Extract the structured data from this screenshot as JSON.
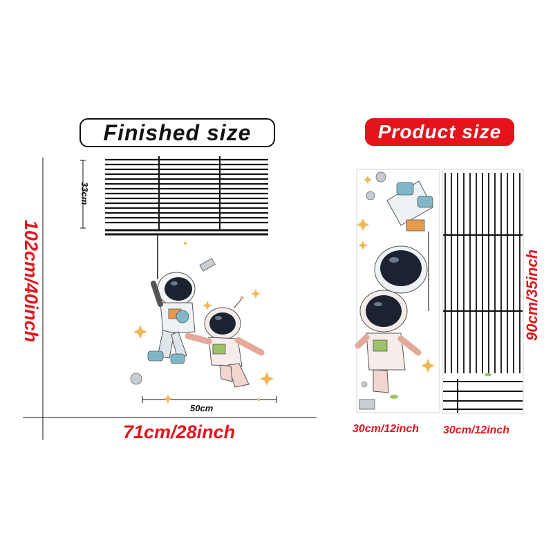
{
  "finished": {
    "title": "Finished size",
    "height_label": "102cm/40inch",
    "width_label": "71cm/28inch",
    "stripe_height_label": "33cm",
    "figure_width_label": "50cm"
  },
  "product": {
    "title": "Product size",
    "height_label": "90cm/35inch",
    "sheet1_width_label": "30cm/12inch",
    "sheet2_width_label": "30cm/12inch"
  },
  "colors": {
    "accent_red": "#e3141b",
    "ink": "#111111"
  }
}
